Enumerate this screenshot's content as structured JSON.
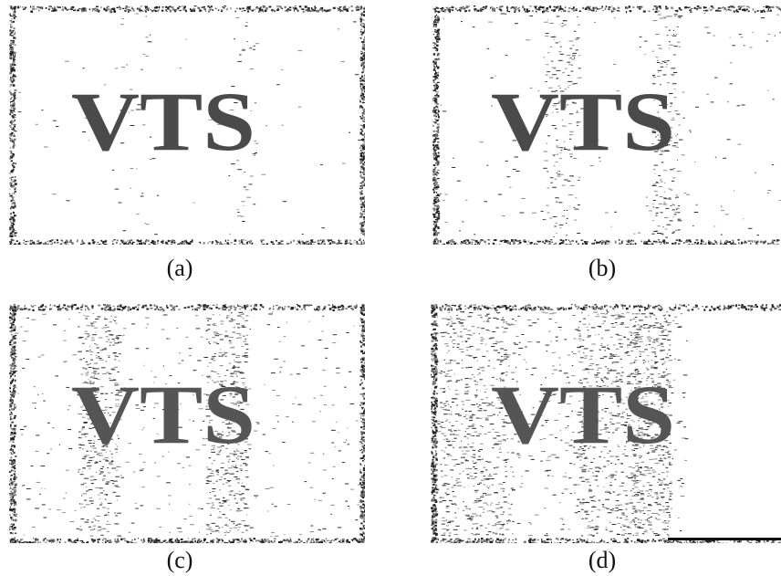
{
  "panels": [
    {
      "caption": "(a)",
      "text": "VTS",
      "noise_level": 0.05
    },
    {
      "caption": "(b)",
      "text": "VTS",
      "noise_level": 0.2
    },
    {
      "caption": "(c)",
      "text": "VTS",
      "noise_level": 0.45
    },
    {
      "caption": "(d)",
      "text": "VTS",
      "noise_level": 0.75
    }
  ]
}
